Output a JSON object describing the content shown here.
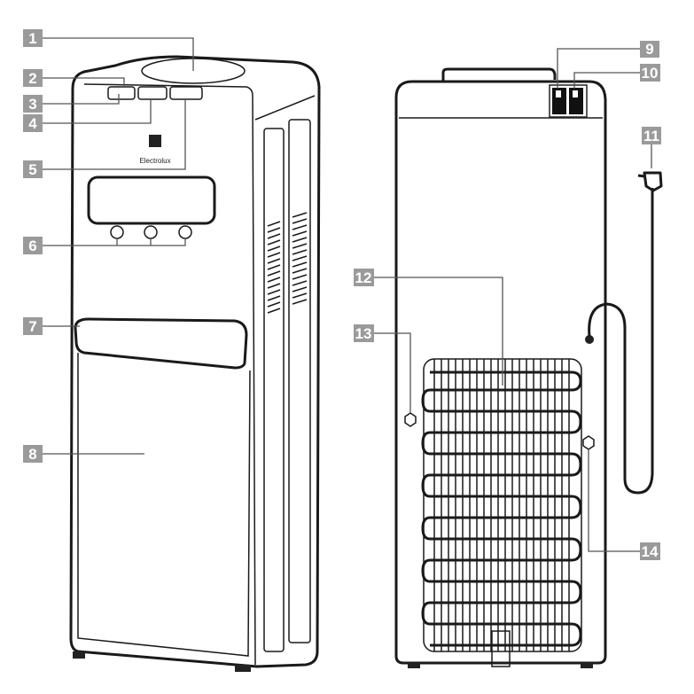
{
  "title": "Water dispenser parts diagram",
  "brand": "Electrolux",
  "labels": [
    "1",
    "2",
    "3",
    "4",
    "5",
    "6",
    "7",
    "8",
    "9",
    "10",
    "11",
    "12",
    "13",
    "14"
  ]
}
